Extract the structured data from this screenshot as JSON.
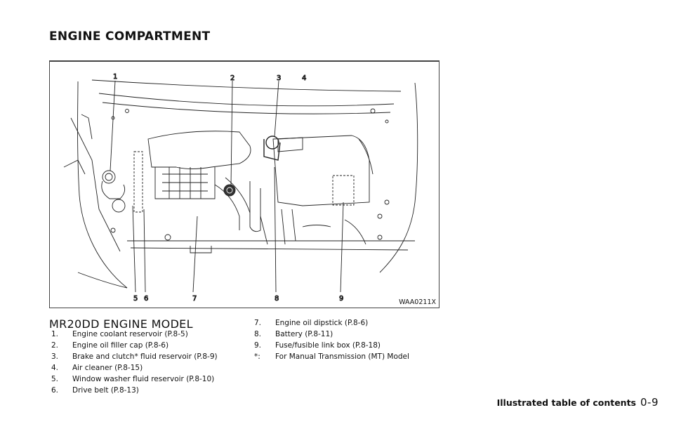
{
  "section": {
    "title": "ENGINE COMPARTMENT"
  },
  "figure": {
    "code": "WAA0211X",
    "callouts": [
      "1",
      "2",
      "3",
      "4",
      "5",
      "6",
      "7",
      "8",
      "9"
    ]
  },
  "model": {
    "title": "MR20DD ENGINE MODEL"
  },
  "legend": {
    "left": [
      {
        "num": "1.",
        "text": "Engine coolant reservoir (P.8-5)"
      },
      {
        "num": "2.",
        "text": "Engine oil filler cap (P.8-6)"
      },
      {
        "num": "3.",
        "text": "Brake and clutch* fluid reservoir (P.8-9)"
      },
      {
        "num": "4.",
        "text": "Air cleaner (P.8-15)"
      },
      {
        "num": "5.",
        "text": "Window washer fluid reservoir (P.8-10)"
      },
      {
        "num": "6.",
        "text": "Drive belt (P.8-13)"
      }
    ],
    "right": [
      {
        "num": "7.",
        "text": "Engine oil dipstick (P.8-6)"
      },
      {
        "num": "8.",
        "text": "Battery (P.8-11)"
      },
      {
        "num": "9.",
        "text": "Fuse/fusible link box (P.8-18)"
      },
      {
        "num": "*:",
        "text": "For Manual Transmission (MT) Model"
      }
    ]
  },
  "footer": {
    "title": "Illustrated table of contents",
    "page": "0-9"
  }
}
